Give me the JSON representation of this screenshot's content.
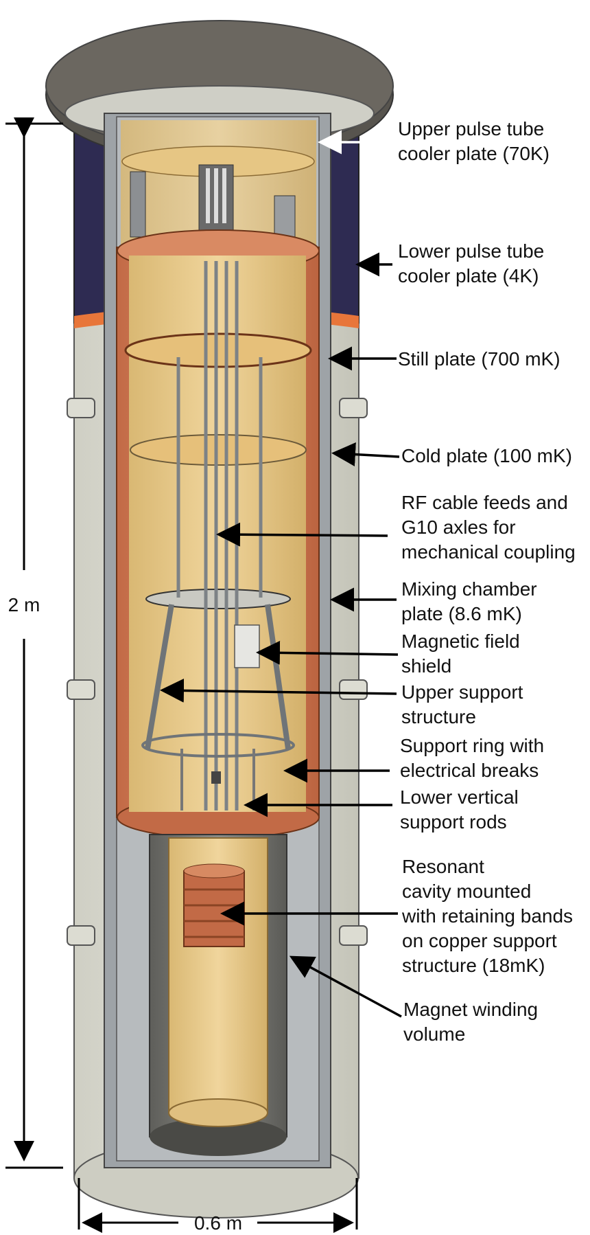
{
  "dimensions": {
    "height": "2 m",
    "width": "0.6 m"
  },
  "labels": [
    {
      "id": "upper-pulse-tube",
      "text": "Upper pulse tube\ncooler plate (70K)"
    },
    {
      "id": "lower-pulse-tube",
      "text": "Lower pulse tube\ncooler plate (4K)"
    },
    {
      "id": "still-plate",
      "text": "Still plate (700 mK)"
    },
    {
      "id": "cold-plate",
      "text": "Cold plate (100 mK)"
    },
    {
      "id": "rf-cable",
      "text": "RF cable feeds and\nG10 axles for\nmechanical coupling"
    },
    {
      "id": "mixing-chamber",
      "text": "Mixing chamber\nplate (8.6 mK)"
    },
    {
      "id": "magnetic-shield",
      "text": "Magnetic field\nshield"
    },
    {
      "id": "upper-support",
      "text": "Upper support\nstructure"
    },
    {
      "id": "support-ring",
      "text": "Support ring with\nelectrical breaks"
    },
    {
      "id": "lower-rods",
      "text": "Lower vertical\nsupport rods"
    },
    {
      "id": "resonant-cavity",
      "text": "Resonant\ncavity mounted\nwith retaining bands\non copper support\nstructure (18mK)"
    },
    {
      "id": "magnet-winding",
      "text": "Magnet winding\nvolume"
    }
  ],
  "colors": {
    "outer_shell": "#d6d6cc",
    "top_flange": "#6b6760",
    "radiation_shield": "#2e2b52",
    "copper_shield": "#cf7a55",
    "gold_interior": "#e8c98a",
    "steel_frame": "#8f9499",
    "magnet_bore": "#7a7a76",
    "orange_band": "#e8763a"
  }
}
